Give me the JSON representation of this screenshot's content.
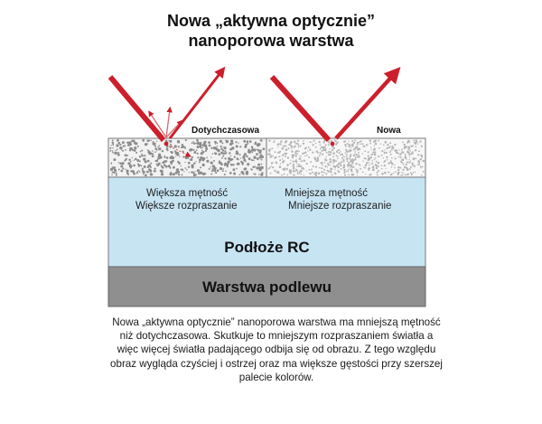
{
  "title": {
    "line1": "Nowa „aktywna optycznie”",
    "line2": "nanoporowa warstwa"
  },
  "labels": {
    "old_layer": "Dotychczasowa",
    "new_layer": "Nowa"
  },
  "left_region": {
    "line1": "Większa mętność",
    "line2": "Większe rozpraszanie"
  },
  "right_region": {
    "line1": "Mniejsza mętność",
    "line2": "Mniejsze rozpraszanie"
  },
  "substrate_label": "Podłoże RC",
  "backing_label": "Warstwa podlewu",
  "caption": "Nowa „aktywna optycznie” nanoporowa warstwa ma mniejszą mętność niż dotychczasowa. Skutkuje to mniejszym rozpraszaniem światła a więc więcej światła padającego odbija się od obrazu. Z tego względu obraz wygląda czyściej i ostrzej oraz ma większe gęstości przy szerszej palecie kolorów.",
  "colors": {
    "arrow": "#cc1f2c",
    "substrate": "#c7e4f3",
    "backing": "#8f8f8f",
    "dots": "#9a9a9a"
  }
}
